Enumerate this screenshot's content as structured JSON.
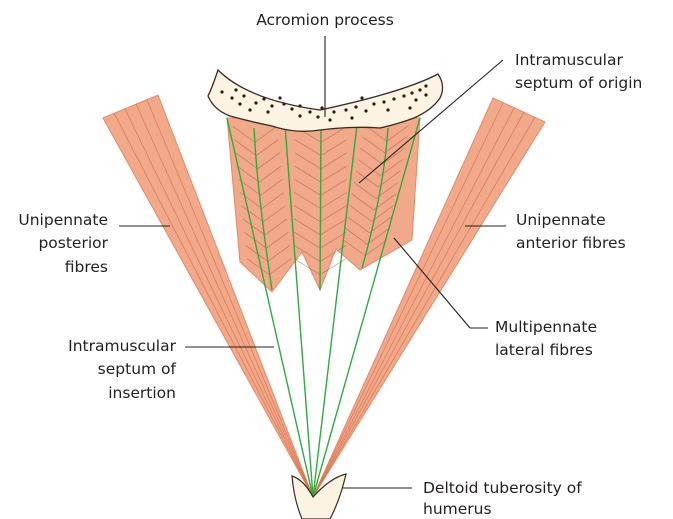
{
  "labels": {
    "acromion": "Acromion process",
    "septum_origin_1": "Intramuscular",
    "septum_origin_2": "septum of origin",
    "posterior_1": "Unipennate",
    "posterior_2": "posterior",
    "posterior_3": "fibres",
    "anterior_1": "Unipennate",
    "anterior_2": "anterior fibres",
    "multipennate_1": "Multipennate",
    "multipennate_2": "lateral fibres",
    "septum_insertion_1": "Intramuscular",
    "septum_insertion_2": "septum of",
    "septum_insertion_3": "insertion",
    "deltoid_1": "Deltoid tuberosity of",
    "deltoid_2": "humerus"
  },
  "colors": {
    "muscle": "#f1a98a",
    "septum": "#2eab3c",
    "bone": "#fcf3e2"
  }
}
